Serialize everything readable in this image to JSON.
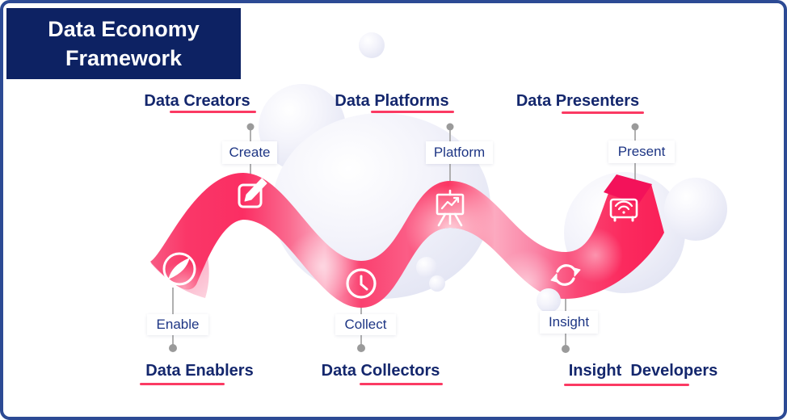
{
  "title": {
    "text": "Data Economy Framework"
  },
  "groups": [
    {
      "id": "data-creators",
      "label": "Data Creators"
    },
    {
      "id": "data-platforms",
      "label": "Data Platforms"
    },
    {
      "id": "data-presenters",
      "label": "Data Presenters"
    },
    {
      "id": "data-enablers",
      "label": "Data Enablers"
    },
    {
      "id": "data-collectors",
      "label": "Data Collectors"
    },
    {
      "id": "insight-developers",
      "label": "Insight  Developers"
    }
  ],
  "steps": [
    {
      "id": "enable",
      "label": "Enable",
      "icon": "compass-icon"
    },
    {
      "id": "create",
      "label": "Create",
      "icon": "edit-pencil-icon"
    },
    {
      "id": "collect",
      "label": "Collect",
      "icon": "clock-icon"
    },
    {
      "id": "platform",
      "label": "Platform",
      "icon": "presentation-chart-icon"
    },
    {
      "id": "insight",
      "label": "Insight",
      "icon": "refresh-cycle-icon"
    },
    {
      "id": "present",
      "label": "Present",
      "icon": "projector-screen-icon"
    }
  ],
  "colors": {
    "frame_border": "#2c4a94",
    "title_bg": "#0d2263",
    "title_text": "#ffffff",
    "label_navy": "#14276d",
    "step_text_navy": "#1d3584",
    "underline_pink": "#fb3a63",
    "ribbon_pink": "#fb2e63",
    "ribbon_light_pink": "#fcaac1",
    "ribbon_fold_dark": "#f3125a",
    "connector_gray": "#a8a8a8",
    "connector_dot_gray": "#9a9a9a",
    "bubble_lavender": "#e2e4f3",
    "icon_white": "#ffffff"
  }
}
